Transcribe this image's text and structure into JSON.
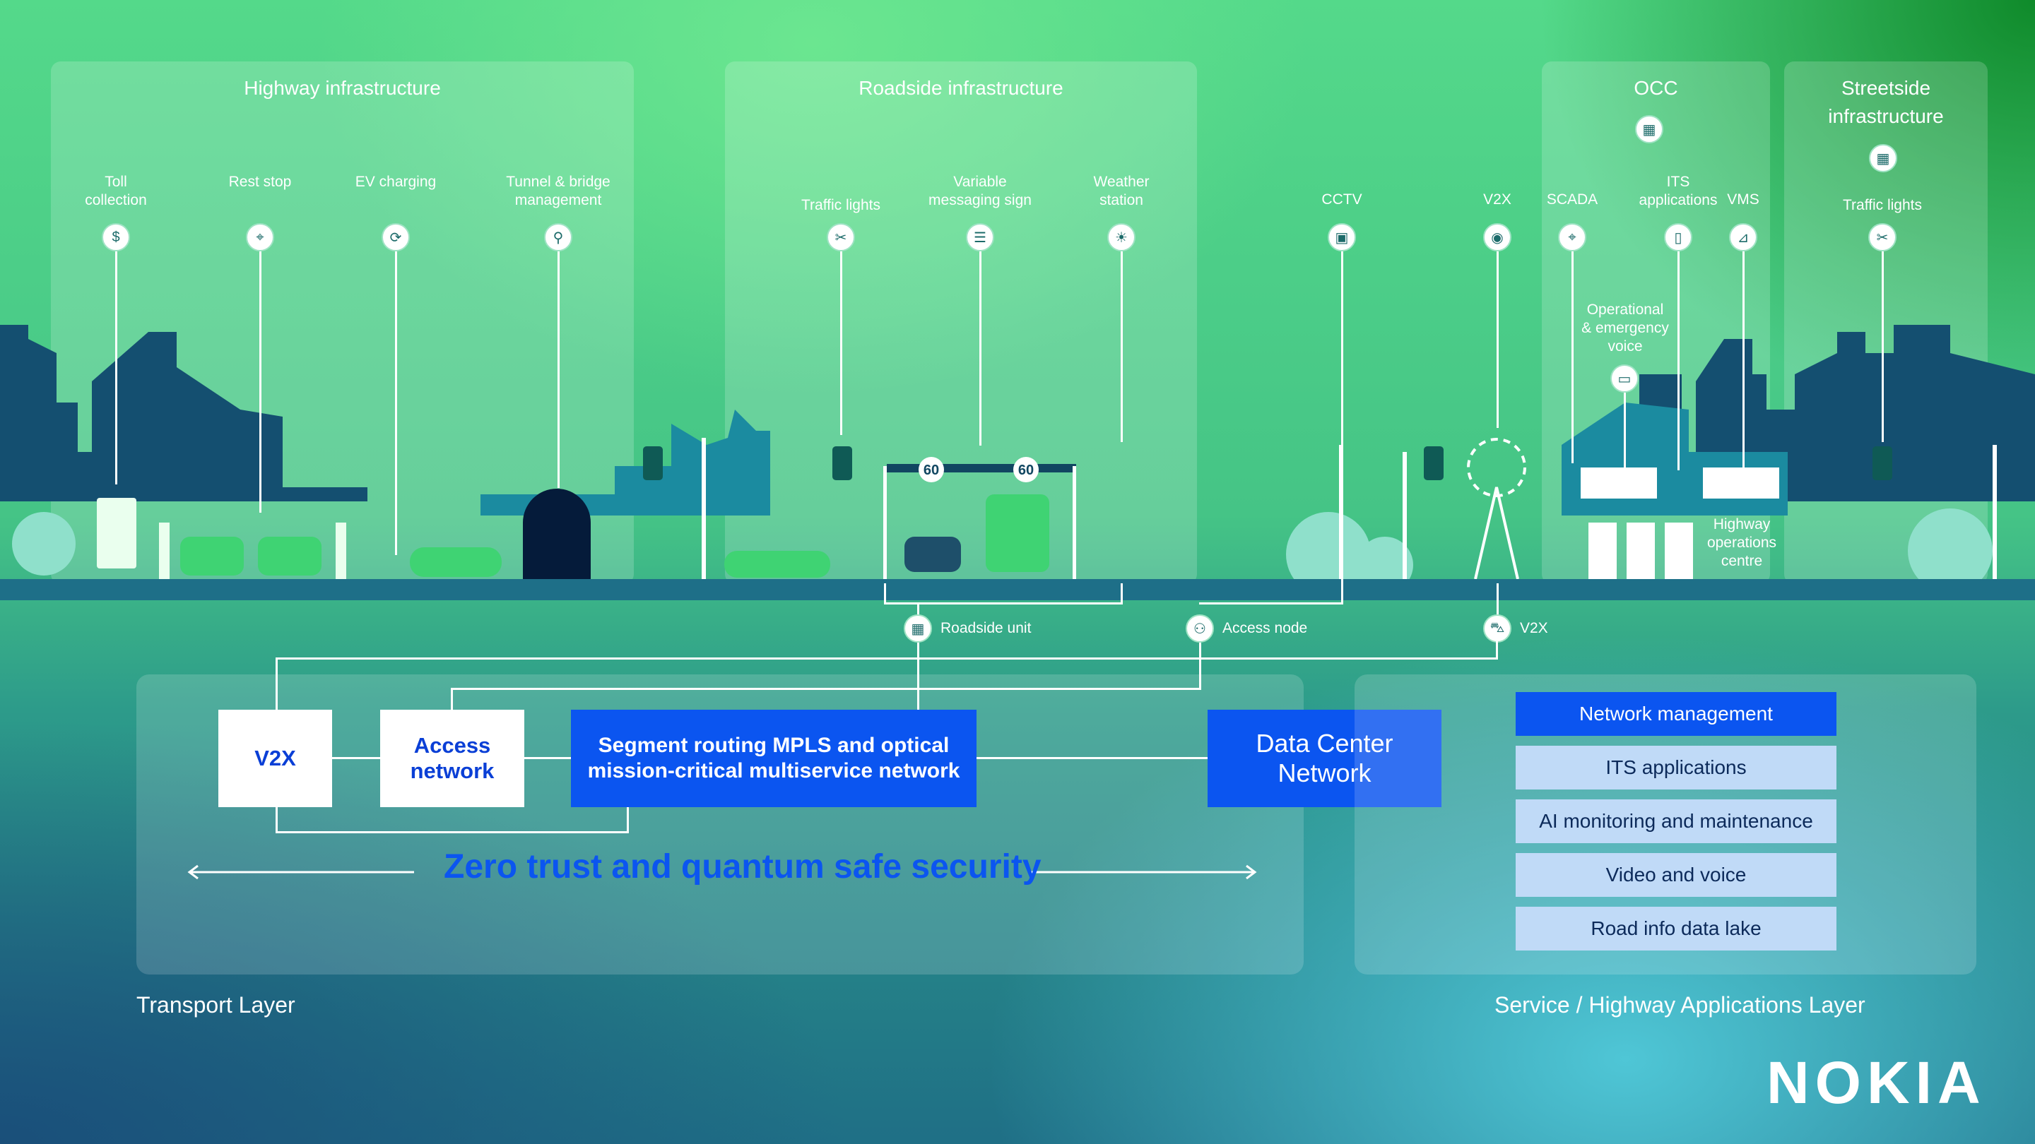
{
  "panels": {
    "highway": "Highway infrastructure",
    "roadside": "Roadside infrastructure",
    "occ": "OCC",
    "streetside_1": "Streetside",
    "streetside_2": "infrastructure"
  },
  "highway_items": {
    "toll_1": "Toll",
    "toll_2": "collection",
    "rest_stop": "Rest stop",
    "ev": "EV charging",
    "tunnel_1": "Tunnel & bridge",
    "tunnel_2": "management"
  },
  "roadside_items": {
    "traffic_lights": "Traffic lights",
    "vms_1": "Variable",
    "vms_2": "messaging sign",
    "weather_1": "Weather",
    "weather_2": "station"
  },
  "other_items": {
    "cctv": "CCTV",
    "v2x": "V2X",
    "scada": "SCADA",
    "its_1": "ITS",
    "its_2": "applications",
    "vms": "VMS",
    "street_traffic_lights": "Traffic lights",
    "voice_1": "Operational",
    "voice_2": "& emergency",
    "voice_3": "voice",
    "hoc_1": "Highway",
    "hoc_2": "operations",
    "hoc_3": "centre",
    "speed_1": "60",
    "speed_2": "60"
  },
  "nodes": {
    "roadside_unit": "Roadside unit",
    "access_node": "Access node",
    "v2x": "V2X"
  },
  "transport": {
    "v2x": "V2X",
    "access_1": "Access",
    "access_2": "network",
    "segment_1": "Segment routing MPLS and optical",
    "segment_2": "mission-critical multiservice network",
    "dc_1": "Data Center",
    "dc_2": "Network",
    "security": "Zero trust and quantum safe security",
    "layer": "Transport Layer"
  },
  "services": {
    "items": [
      "Network management",
      "ITS applications",
      "AI monitoring and maintenance",
      "Video and voice",
      "Road info data lake"
    ],
    "layer": "Service /  Highway Applications Layer"
  },
  "brand": "NOKIA",
  "colors": {
    "accent_blue": "#0b55f0",
    "service_light": "#c0daf7",
    "city_dark": "#124f6e"
  }
}
